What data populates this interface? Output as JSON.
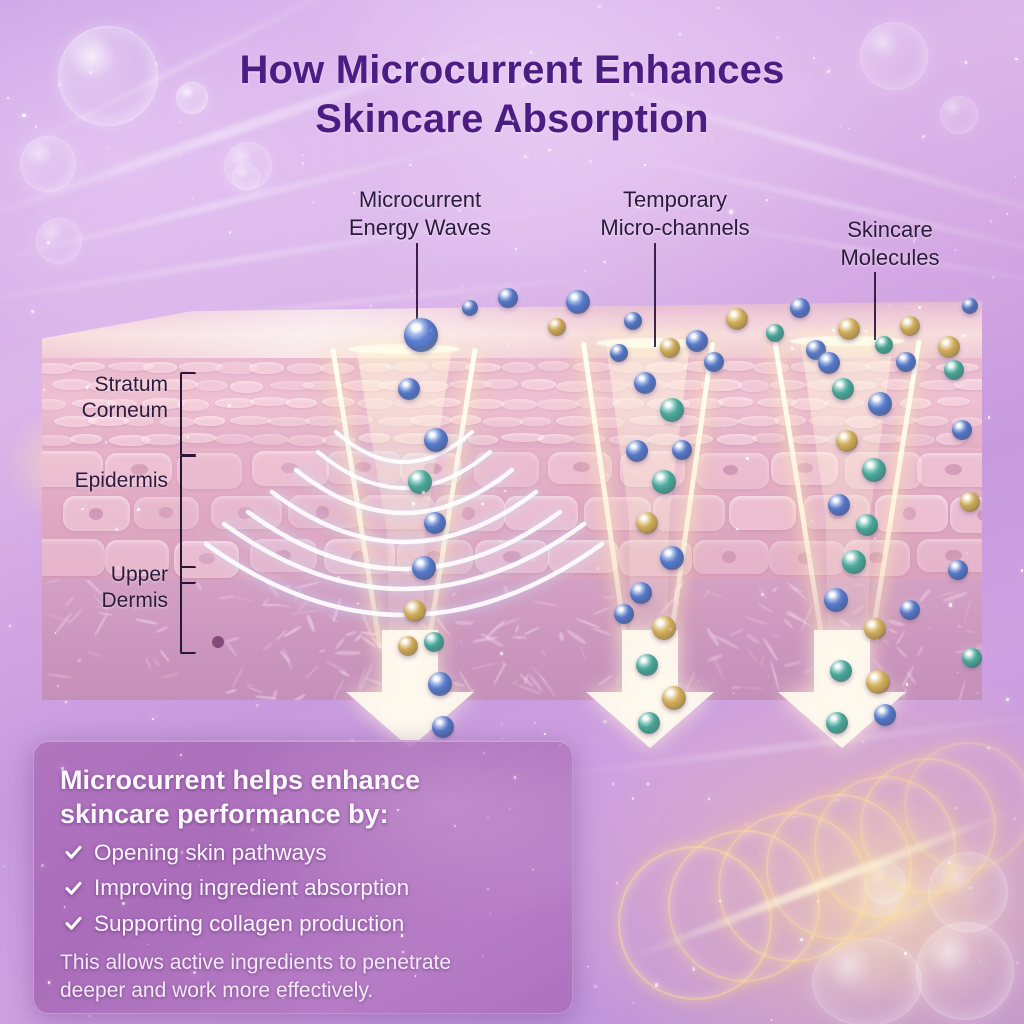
{
  "title": {
    "line1": "How Microcurrent Enhances",
    "line2": "Skincare Absorption",
    "color": "#4b1d83"
  },
  "callouts": [
    {
      "name": "microcurrent-energy-waves",
      "text": "Microcurrent\nEnergy Waves"
    },
    {
      "name": "temporary-micro-channels",
      "text": "Temporary\nMicro-channels"
    },
    {
      "name": "skincare-molecules",
      "text": "Skincare\nMolecules"
    }
  ],
  "skin_layers": [
    {
      "name": "stratum-corneum",
      "label": "Stratum\nCorneum"
    },
    {
      "name": "epidermis",
      "label": "Epidermis"
    },
    {
      "name": "upper-dermis",
      "label": "Upper\nDermis"
    }
  ],
  "panel": {
    "heading": "Microcurrent helps enhance\nskincare performance by:",
    "bullets": [
      "Opening skin pathways",
      "Improving ingredient absorption",
      "Supporting collagen production"
    ],
    "footnote": "This allows active ingredients to penetrate\ndeeper and work more effectively.",
    "check_icon": "check-icon",
    "background_color": "#a86bb7",
    "text_color": "#fdf7ff"
  },
  "molecule_colors": {
    "blue": "#5c7fd2",
    "gold": "#d9b45f",
    "teal": "#4fb0a2"
  },
  "accent_colors": {
    "channel_glow": "#fff5d7",
    "wave_line": "#ffffff",
    "label_text": "#2b1a3c"
  }
}
